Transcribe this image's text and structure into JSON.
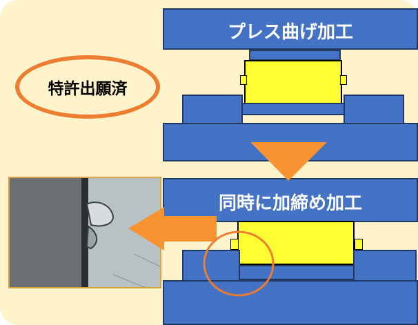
{
  "badge": {
    "label": "特許出願済"
  },
  "top_press": {
    "label": "プレス曲げ加工"
  },
  "bottom_press": {
    "label": "同時に加締め加工"
  },
  "colors": {
    "background": "#fff3cc",
    "die_blue": "#4472c4",
    "die_border": "#203864",
    "part_yellow": "#ffff33",
    "accent_orange": "#ed7d31",
    "arrow_orange": "#f79431"
  },
  "icons": {
    "down_arrow": "orange-down-triangle-icon",
    "left_arrow": "orange-left-arrow-icon",
    "highlight": "orange-circle-highlight-icon"
  }
}
